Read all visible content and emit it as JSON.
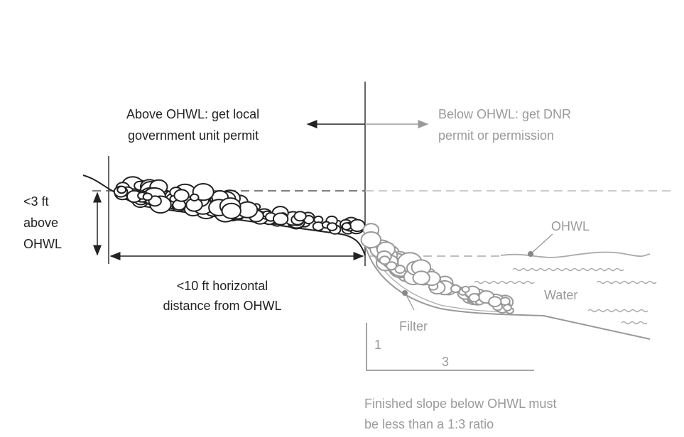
{
  "labels": {
    "above_line1": "Above OHWL: get local",
    "above_line2": "government unit permit",
    "below_line1": "Below OHWL: get DNR",
    "below_line2": "permit or permission",
    "height_line1": "<3 ft",
    "height_line2": "above",
    "height_line3": "OHWL",
    "dist_line1": "<10 ft horizontal",
    "dist_line2": "distance from OHWL",
    "ohwl": "OHWL",
    "water": "Water",
    "filter": "Filter",
    "slope_rise": "1",
    "slope_run": "3",
    "caption_line1": "Finished slope below OHWL must",
    "caption_line2": "be less than a 1:3 ratio"
  },
  "colors": {
    "dark": "#222222",
    "light": "#9a9a9a"
  }
}
